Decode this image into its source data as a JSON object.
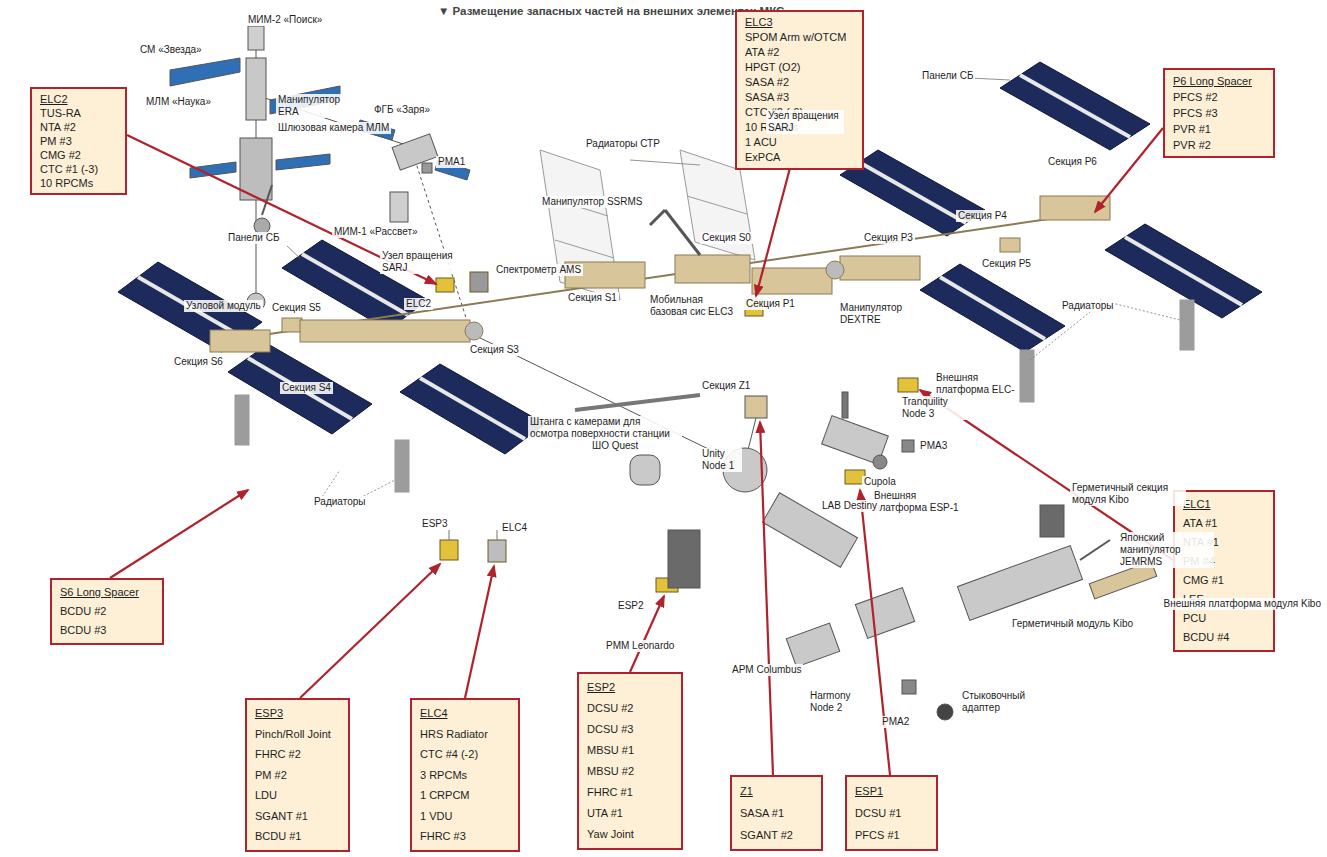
{
  "diagram": {
    "title": "▼ Размещение запасных частей на внешних элементах МКС",
    "nodes": [
      {
        "text": [
          "ELC3",
          "SPOM Arm w/OTCM",
          "ATA #2",
          "HPGT (O2)",
          "SASA #2",
          "SASA #3",
          "CTC #2 (-6)",
          "10 RPCMs",
          "1 ACU",
          "ExPCA"
        ]
      },
      {
        "text": [
          "P6 Long Spacer",
          "PFCS #2",
          "PFCS #3",
          "PVR #1",
          "PVR #2"
        ]
      },
      {
        "text": [
          "ELC2",
          "TUS-RA",
          "NTA #2",
          "PM #3",
          "CMG #2",
          "CTC #1 (-3)",
          "10 RPCMs"
        ]
      },
      {
        "text": [
          "ELC1",
          "ATA #1",
          "NTA #1",
          "PM #4",
          "CMG #1",
          "LEE",
          "PCU",
          "BCDU #4"
        ]
      },
      {
        "text": [
          "S6 Long Spacer",
          "BCDU #2",
          "BCDU #3"
        ]
      },
      {
        "text": [
          "ESP3",
          "Pinch/Roll Joint",
          "FHRC #2",
          "PM #2",
          "LDU",
          "SGANT #1",
          "BCDU #1"
        ]
      },
      {
        "text": [
          "ELC4",
          "HRS Radiator",
          "CTC #4 (-2)",
          "3 RPCMs",
          "1 CRPCM",
          "1 VDU",
          "FHRC #3"
        ]
      },
      {
        "text": [
          "ESP2",
          "DCSU #2",
          "DCSU #3",
          "MBSU #1",
          "MBSU #2",
          "FHRC #1",
          "UTA #1",
          "Yaw Joint"
        ]
      },
      {
        "text": [
          "Z1",
          "SASA #1",
          "SGANT #2"
        ]
      },
      {
        "text": [
          "ESP1",
          "DCSU #1",
          "PFCS #1"
        ]
      }
    ],
    "labels": [
      "МИМ-2 «Поиск»",
      "СМ «Звезда»",
      "МЛМ «Наука»",
      "Манипулятор ERA",
      "Шлюзовая камера МЛМ",
      "ФГБ «Заря»",
      "PMA1",
      "Узловой модуль",
      "МИМ-1 «Рассвет»",
      "Панели СБ",
      "Узел вращения SARJ",
      "Спектрометр AMS",
      "ELC2",
      "Секция S6",
      "Секция S5",
      "Секция S4",
      "Секция S3",
      "Радиаторы",
      "ESP3",
      "ELC4",
      "Радиаторы СТР",
      "Манипулятор SSRMS",
      "Секция S0",
      "Мобильная базовая система",
      "Секция S1",
      "Секция P1",
      "Штанга с камерами для осмотра поверхности станции",
      "Узел вращения SARJ",
      "ELC3",
      "Панели СБ",
      "Секция P6",
      "Секция P4",
      "Секция P5",
      "Секция P3",
      "Манипулятор DEXTRE",
      "Внешняя платформа ELC-1",
      "Радиаторы",
      "Секция Z1",
      "Tranquility Node 3",
      "PMA3",
      "Cupola",
      "ШО Quest",
      "Unity Node 1",
      "ESP2",
      "PMM Leonardo",
      "Внешняя платформа ESP-1",
      "LAB Destiny",
      "Герметичный секция модуля Kibo",
      "Японский манипулятор JEMRMS",
      "Внешняя платформа модуля Kibo",
      "Герметичный модуль Kibo",
      "APM Columbus",
      "Harmony Node 2",
      "PMA2",
      "Стыковочный адаптер"
    ]
  }
}
